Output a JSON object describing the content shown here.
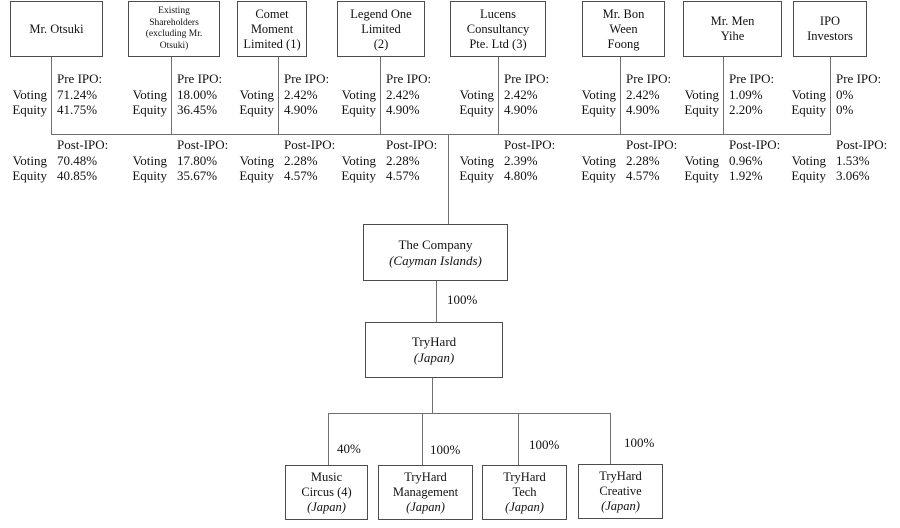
{
  "stat_labels": {
    "voting": "Voting",
    "equity": "Equity",
    "pre": "Pre IPO:",
    "post": "Post-IPO:"
  },
  "shareholders": [
    {
      "name": "Mr. Otsuki",
      "pre_voting": "71.24%",
      "pre_equity": "41.75%",
      "post_voting": "70.48%",
      "post_equity": "40.85%"
    },
    {
      "name": "Existing\nShareholders\n(excluding Mr.\nOtsuki)",
      "pre_voting": "18.00%",
      "pre_equity": "36.45%",
      "post_voting": "17.80%",
      "post_equity": "35.67%"
    },
    {
      "name": "Comet\nMoment\nLimited (1)",
      "pre_voting": "2.42%",
      "pre_equity": "4.90%",
      "post_voting": "2.28%",
      "post_equity": "4.57%"
    },
    {
      "name": "Legend One\nLimited\n(2)",
      "pre_voting": "2.42%",
      "pre_equity": "4.90%",
      "post_voting": "2.28%",
      "post_equity": "4.57%"
    },
    {
      "name": "Lucens\nConsultancy\nPte. Ltd (3)",
      "pre_voting": "2.42%",
      "pre_equity": "4.90%",
      "post_voting": "2.39%",
      "post_equity": "4.80%"
    },
    {
      "name": "Mr. Bon\nWeen\nFoong",
      "pre_voting": "2.42%",
      "pre_equity": "4.90%",
      "post_voting": "2.28%",
      "post_equity": "4.57%"
    },
    {
      "name": "Mr. Men\nYihe",
      "pre_voting": "1.09%",
      "pre_equity": "2.20%",
      "post_voting": "0.96%",
      "post_equity": "1.92%"
    },
    {
      "name": "IPO\nInvestors",
      "pre_voting": "0%",
      "pre_equity": "0%",
      "post_voting": "1.53%",
      "post_equity": "3.06%"
    }
  ],
  "company": {
    "name": "The Company",
    "jurisdiction": "(Cayman Islands)"
  },
  "tryhard": {
    "name": "TryHard",
    "jurisdiction": "(Japan)",
    "ownership_by_company": "100%"
  },
  "subsidiaries": [
    {
      "name": "Music\nCircus (4)",
      "jurisdiction": "(Japan)",
      "ownership": "40%"
    },
    {
      "name": "TryHard\nManagement",
      "jurisdiction": "(Japan)",
      "ownership": "100%"
    },
    {
      "name": "TryHard\nTech",
      "jurisdiction": "(Japan)",
      "ownership": "100%"
    },
    {
      "name": "TryHard\nCreative",
      "jurisdiction": "(Japan)",
      "ownership": "100%"
    }
  ]
}
